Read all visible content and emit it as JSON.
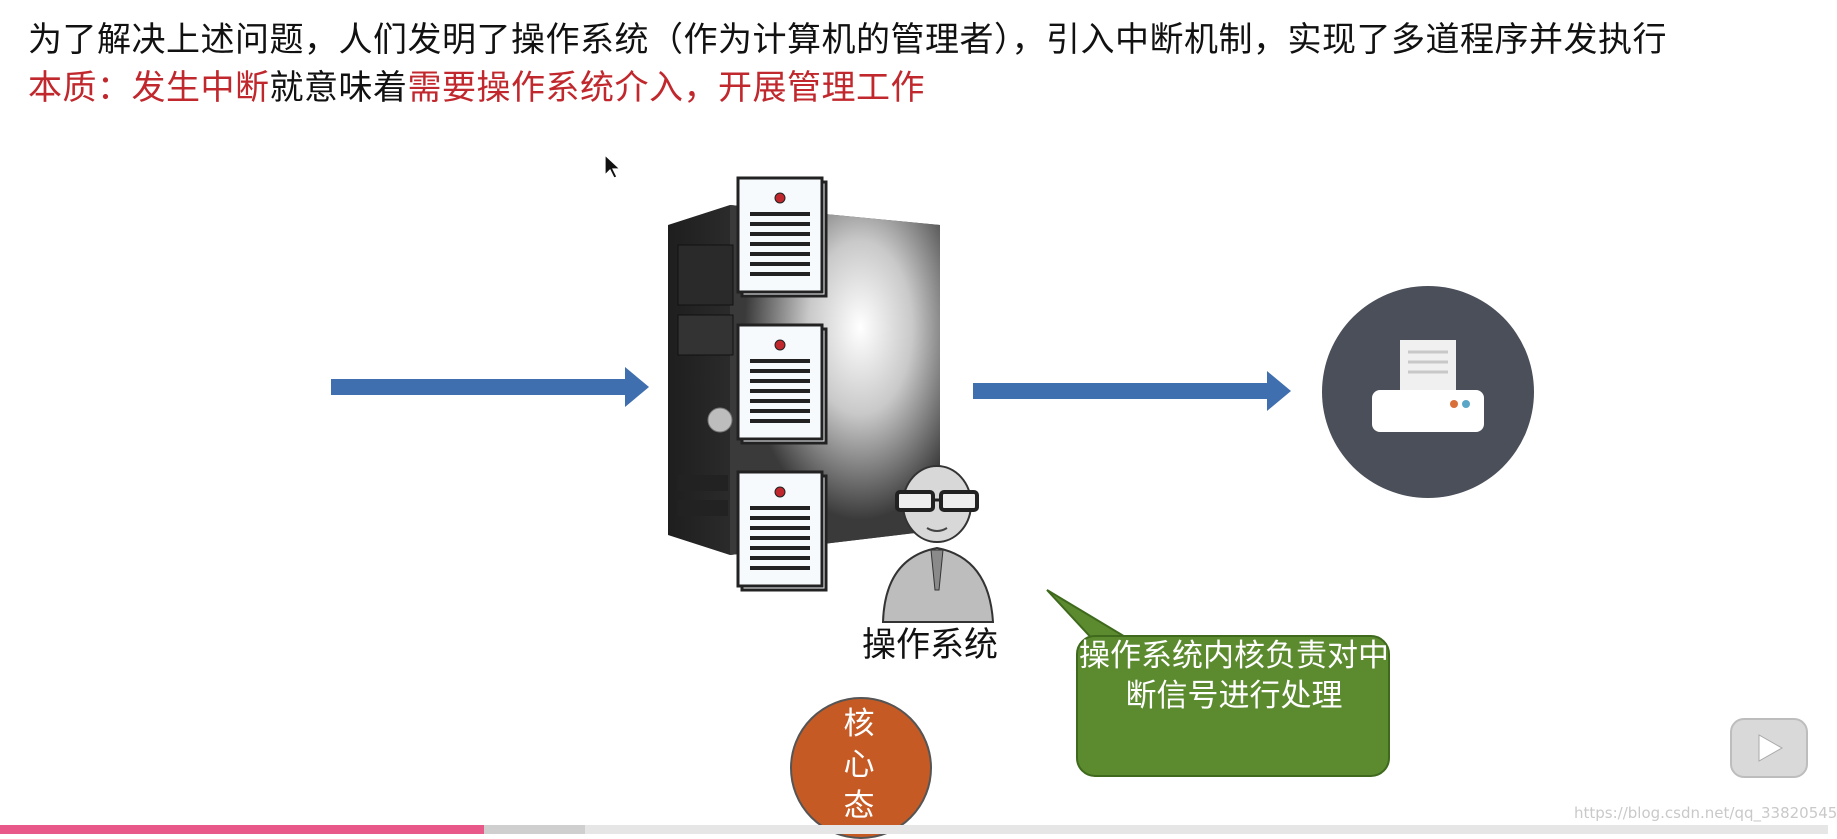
{
  "slide": {
    "line1": "为了解决上述问题，人们发明了操作系统（作为计算机的管理者），引入中断机制，实现了多道程序并发执行",
    "line2_part1": "本质：发生中断",
    "line2_part2": "就意味着",
    "line2_part3": "需要操作系统介入，开展管理工作",
    "os_label": "操作系统",
    "callout": "操作系统内核负责对中断信号进行处理",
    "kernel": "核心态"
  },
  "player": {
    "progress": 0.265,
    "buffered": 0.32,
    "watermark": "https://blog.csdn.net/qq_33820545"
  },
  "colors": {
    "emphasis_red": "#c0282d",
    "arrow_blue": "#3f6fae",
    "callout_green": "#5b8a2f",
    "kernel_orange": "#c65a25",
    "printer_dark": "#4a4f59",
    "progress_pink": "#e8598a"
  },
  "icons": [
    "cursor-icon",
    "server-icon",
    "document-icon",
    "person-icon",
    "printer-icon",
    "play-icon"
  ]
}
